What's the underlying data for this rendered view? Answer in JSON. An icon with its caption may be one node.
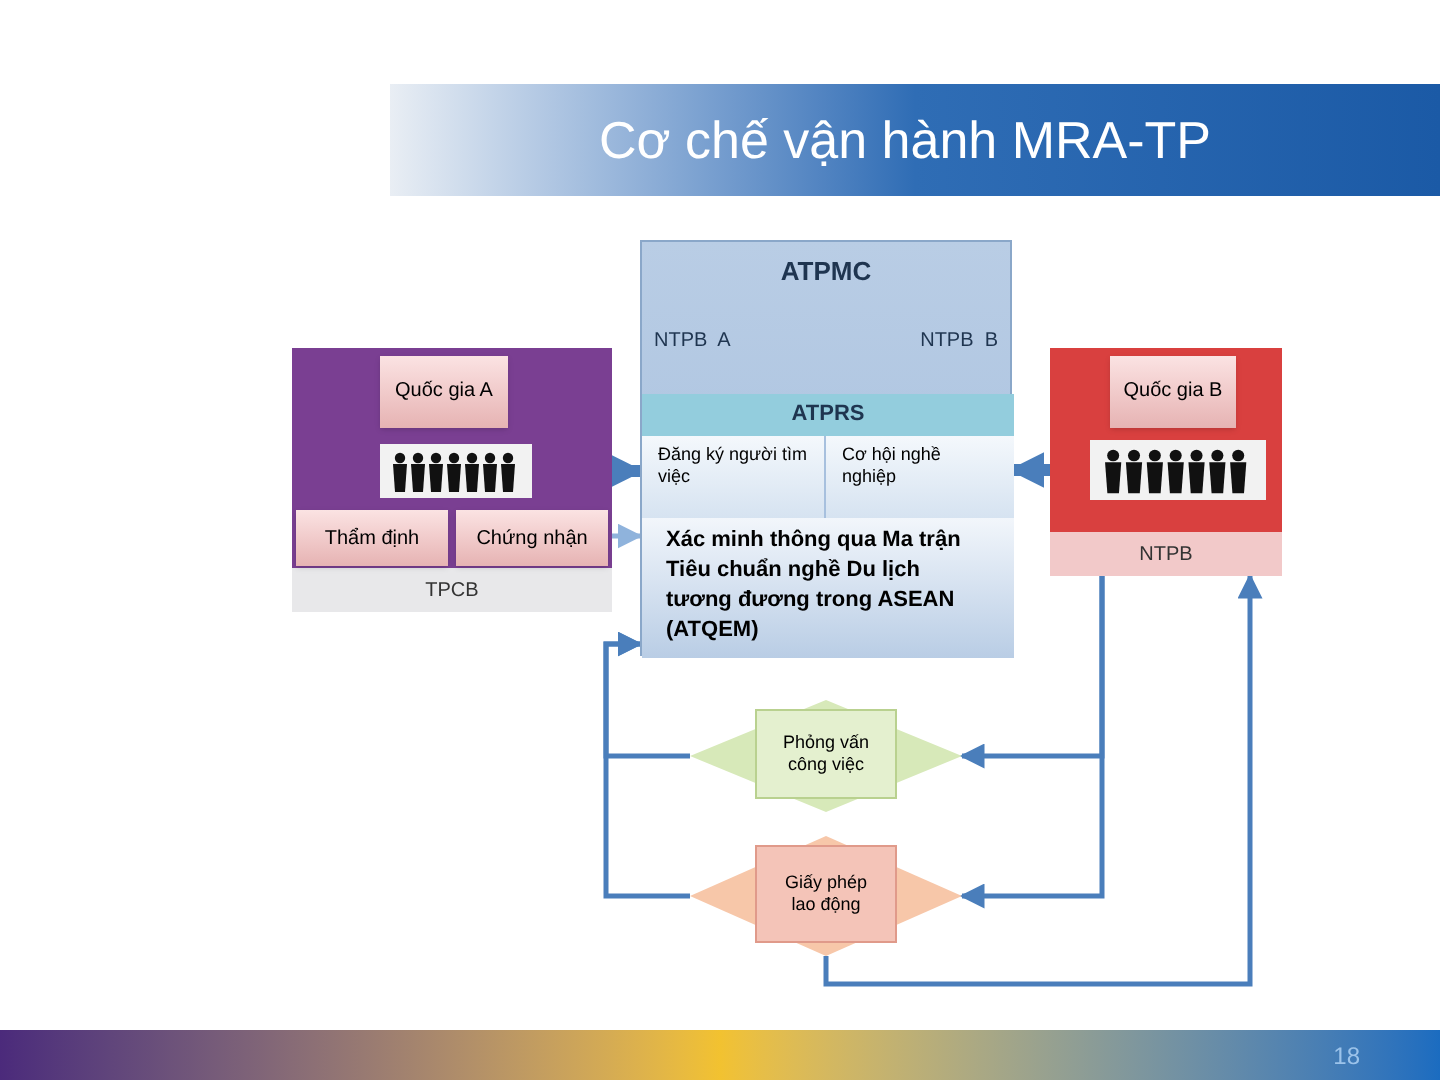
{
  "diagram": {
    "title": "Cơ chế vận hành MRA-TP",
    "nodes": [
      {
        "text": [
          "ATPMC",
          "NTPB  A",
          "NTPB  B"
        ]
      },
      {
        "text": [
          "ATPRS"
        ],
        "in": 0
      },
      {
        "text": [
          "Đăng ký người tìm việc"
        ],
        "in": 0
      },
      {
        "text": [
          "Cơ hội nghề nghiệp"
        ],
        "in": 0
      },
      {
        "text": [
          "Xác minh thông qua Ma trận Tiêu chuẩn nghề Du lịch tương đương trong ASEAN (ATQEM)"
        ],
        "in": 0
      },
      {
        "text": [
          "TPCB"
        ]
      },
      {
        "text": [
          "Quốc gia A"
        ],
        "in": 5
      },
      {
        "text": [],
        "shape": "picture",
        "in": 5
      },
      {
        "text": [
          "Thẩm định"
        ],
        "in": 5
      },
      {
        "text": [
          "Chứng nhận"
        ],
        "in": 5
      },
      {
        "text": [
          "NTPB"
        ]
      },
      {
        "text": [
          "Quốc gia B"
        ],
        "in": 10
      },
      {
        "text": [],
        "shape": "picture",
        "in": 10
      },
      {
        "text": [
          "Phỏng vấn công việc"
        ]
      },
      {
        "text": [
          "Giấy phép lao động"
        ]
      }
    ],
    "edges": [
      {
        "from": 7,
        "to": 2,
        "arrow": "to",
        "style": "thick"
      },
      {
        "from": 12,
        "to": 3,
        "arrow": "to",
        "style": "thick"
      },
      {
        "from": 9,
        "to": 4,
        "arrow": "to",
        "color": "#8fb3dc"
      },
      {
        "from": 10,
        "to": 13,
        "arrow": "to"
      },
      {
        "from": 10,
        "to": 14,
        "arrow": "to"
      },
      {
        "from": 13,
        "to": 4,
        "arrow": "to"
      },
      {
        "from": 14,
        "to": 4,
        "arrow": "to"
      },
      {
        "from": 14,
        "to": 10,
        "arrow": "to"
      }
    ],
    "labels": [
      "18"
    ]
  }
}
